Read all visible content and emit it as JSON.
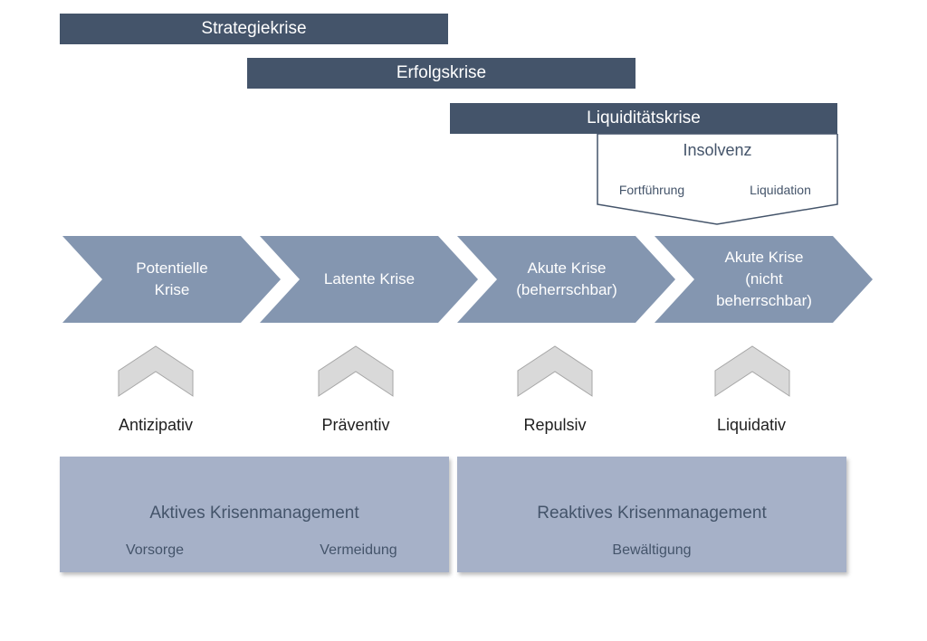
{
  "crisis_bars": {
    "strategiekrise": "Strategiekrise",
    "erfolgskrise": "Erfolgskrise",
    "liquiditaetskrise": "Liquiditätskrise"
  },
  "insolvenz": {
    "title": "Insolvenz",
    "options": [
      "Fortführung",
      "Liquidation"
    ]
  },
  "phases": [
    "Potentielle\nKrise",
    "Latente Krise",
    "Akute Krise\n(beherrschbar)",
    "Akute Krise\n(nicht\nbeherrschbar)"
  ],
  "strategies": [
    "Antizipativ",
    "Präventiv",
    "Repulsiv",
    "Liquidativ"
  ],
  "management": {
    "aktiv": {
      "title": "Aktives Krisenmanagement",
      "subs": [
        "Vorsorge",
        "Vermeidung"
      ]
    },
    "reaktiv": {
      "title": "Reaktives Krisenmanagement",
      "subs": [
        "Bewältigung"
      ]
    }
  },
  "colors": {
    "dark_bar": "#44546a",
    "chevron": "#8496b0",
    "up_arrow_fill": "#d9d9d9",
    "up_arrow_stroke": "#a6a6a6",
    "management_box": "#a6b1c8"
  }
}
